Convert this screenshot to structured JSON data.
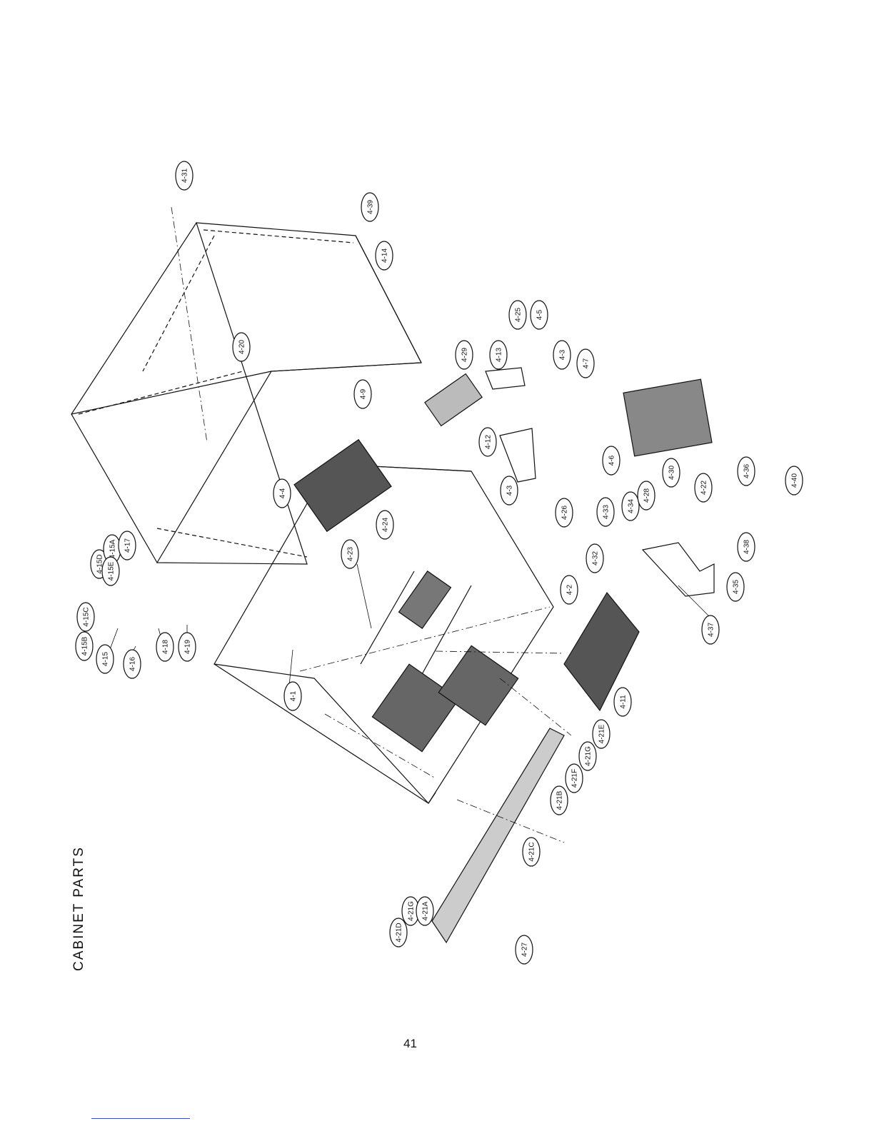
{
  "page": {
    "title": "CABINET PARTS",
    "page_number": "41"
  },
  "style": {
    "line_color": "#111111",
    "rule_color": "#3b4fbf"
  },
  "callouts": [
    "4-31",
    "4-39",
    "4-14",
    "4-20",
    "4-9",
    "4-29",
    "4-13",
    "4-25",
    "4-5",
    "4-3",
    "4-7",
    "4-12",
    "4-4",
    "4-15D",
    "4-15A",
    "4-15E",
    "4-17",
    "4-15C",
    "4-15B",
    "4-15",
    "4-16",
    "4-18",
    "4-19",
    "4-1",
    "4-23",
    "4-24",
    "4-26",
    "4-3",
    "4-6",
    "4-30",
    "4-22",
    "4-36",
    "4-40",
    "4-33",
    "4-34",
    "4-28",
    "4-32",
    "4-38",
    "4-2",
    "4-35",
    "4-37",
    "4-11",
    "4-21E",
    "4-21G",
    "4-21F",
    "4-21B",
    "4-21C",
    "4-21D",
    "4-21G",
    "4-21A",
    "4-27"
  ]
}
